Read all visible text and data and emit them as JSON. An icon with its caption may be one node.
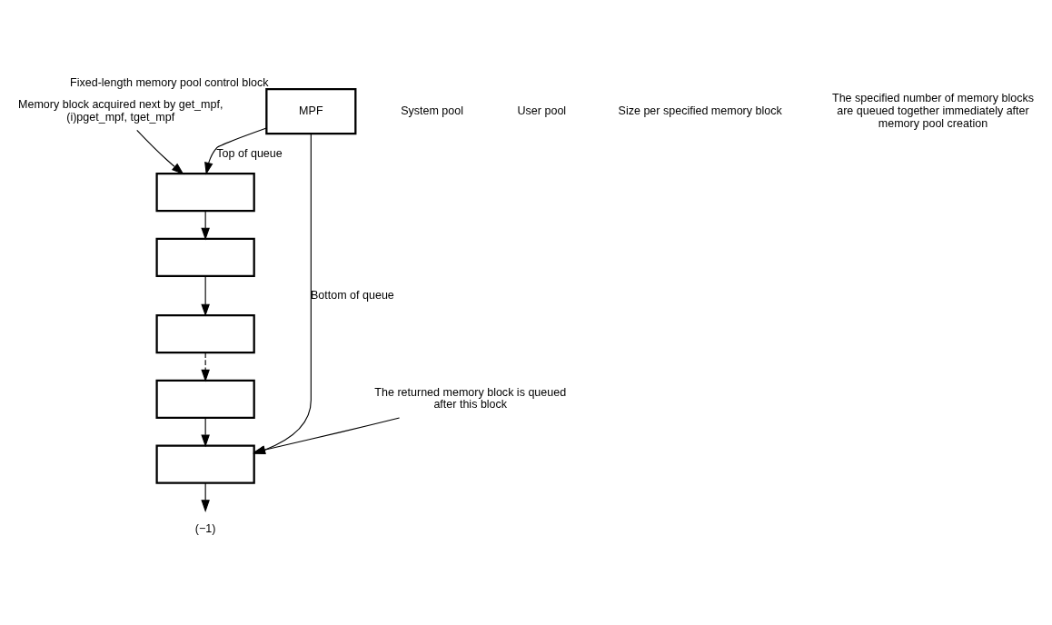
{
  "diagram": {
    "nodes": [
      {
        "text": [
          "Memory block acquired next by get_mpf, (i)pget_mpf, tget_mpf"
        ]
      },
      {
        "text": [
          "MPF"
        ],
        "beside": [
          "Fixed-length memory pool control block"
        ]
      },
      {
        "text": [],
        "shape": "box"
      },
      {
        "text": [],
        "shape": "box"
      },
      {
        "text": [],
        "shape": "box"
      },
      {
        "text": [],
        "shape": "box"
      },
      {
        "text": [],
        "shape": "box"
      },
      {
        "text": [
          "The returned memory block is queued after this block"
        ]
      },
      {
        "text": [
          "(−1)"
        ]
      }
    ],
    "edges": [
      {
        "from": 1,
        "to": 2,
        "arrow": "to",
        "label": "Top of queue"
      },
      {
        "from": 1,
        "to": 6,
        "arrow": "to",
        "label": "Bottom of queue"
      },
      {
        "from": 0,
        "to": 2,
        "arrow": "to"
      },
      {
        "from": 2,
        "to": 3,
        "arrow": "to"
      },
      {
        "from": 3,
        "to": 4,
        "arrow": "to"
      },
      {
        "from": 4,
        "to": 5,
        "arrow": "to",
        "style": "dashed"
      },
      {
        "from": 5,
        "to": 6,
        "arrow": "to"
      },
      {
        "from": 7,
        "to": 6,
        "arrow": "to"
      },
      {
        "from": 6,
        "to": 8,
        "arrow": "to"
      }
    ],
    "labels": [
      "System pool",
      "User pool",
      "Size per specified memory block",
      "The specified number of memory blocks are queued together immediately after memory pool creation"
    ]
  }
}
